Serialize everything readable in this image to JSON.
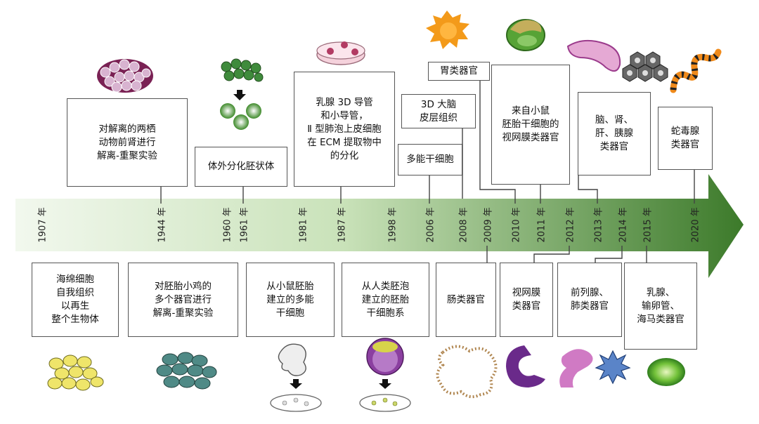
{
  "years": [
    "1907 年",
    "1944 年",
    "1960 年",
    "1961 年",
    "1981 年",
    "1987 年",
    "1998 年",
    "2006 年",
    "2008 年",
    "2009 年",
    "2010 年",
    "2011 年",
    "2012 年",
    "2013 年",
    "2014 年",
    "2015 年",
    "2020 年"
  ],
  "top_events": [
    "对解离的两栖\n动物前肾进行\n解离-重聚实验",
    "体外分化胚状体",
    "乳腺 3D 导管\n和小导管，\nⅡ 型肺泡上皮细胞\n在 ECM 提取物中\n的分化",
    "多能干细胞",
    "3D 大脑\n皮层组织",
    "胃类器官",
    "来自小鼠\n胚胎干细胞的\n视网膜类器官",
    "脑、肾、\n肝、胰腺\n类器官",
    "蛇毒腺\n类器官"
  ],
  "bottom_events": [
    "海绵细胞\n自我组织\n以再生\n整个生物体",
    "对胚胎小鸡的\n多个器官进行\n解离-重聚实验",
    "从小鼠胚胎\n建立的多能\n干细胞",
    "从人类胚泡\n建立的胚胎\n干细胞系",
    "肠类器官",
    "视网膜\n类器官",
    "前列腺、\n肺类器官",
    "乳腺、\n输卵管、\n海马类器官"
  ],
  "colors": {
    "arrow_start": "#f1f7ec",
    "arrow_end": "#3d7b2a",
    "border": "#555555"
  }
}
